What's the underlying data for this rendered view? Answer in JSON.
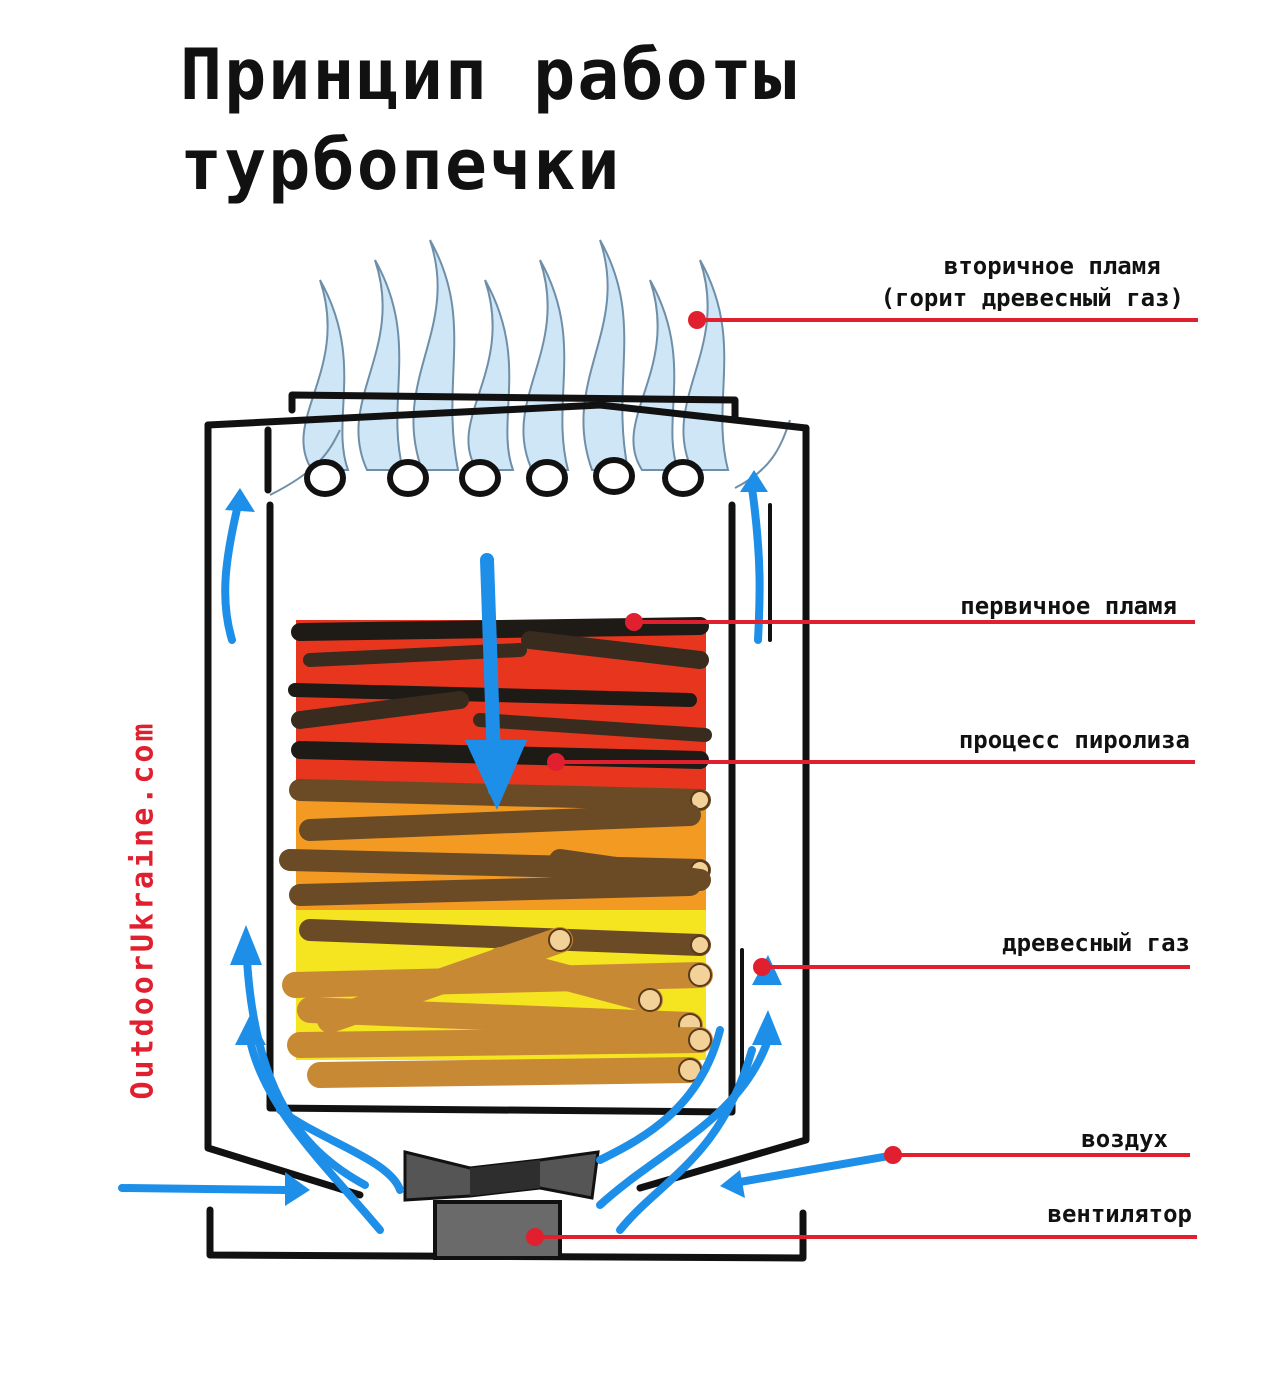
{
  "title": {
    "line1": "Принцип работы",
    "line2": "турбопечки"
  },
  "labels": {
    "secondary_flame_line1": "вторичное пламя",
    "secondary_flame_line2": "(горит древесный газ)",
    "primary_flame": "первичное пламя",
    "pyrolysis": "процесс пиролиза",
    "wood_gas": "древесный газ",
    "air": "воздух",
    "fan": "вентилятор"
  },
  "watermark": "OutdoorUkraine.com",
  "colors": {
    "outline": "#111111",
    "air_arrow": "#1e8fe8",
    "pointer_line": "#e0202e",
    "pointer_dot": "#e0202e",
    "watermark": "#e0202e",
    "flame_secondary": "#cfe6f7",
    "flame_primary": "#e8361e",
    "ember_orange": "#f39a22",
    "ember_yellow": "#f5e521",
    "wood_dark": "#6b4a26",
    "wood_light": "#c88935",
    "wood_charred": "#1e1a16",
    "log_end": "#f3d29a",
    "fan": "#555555",
    "fan_base": "#6a6a6a"
  },
  "icons": [
    "fan-icon",
    "air-arrow-icon",
    "flame-icon"
  ]
}
